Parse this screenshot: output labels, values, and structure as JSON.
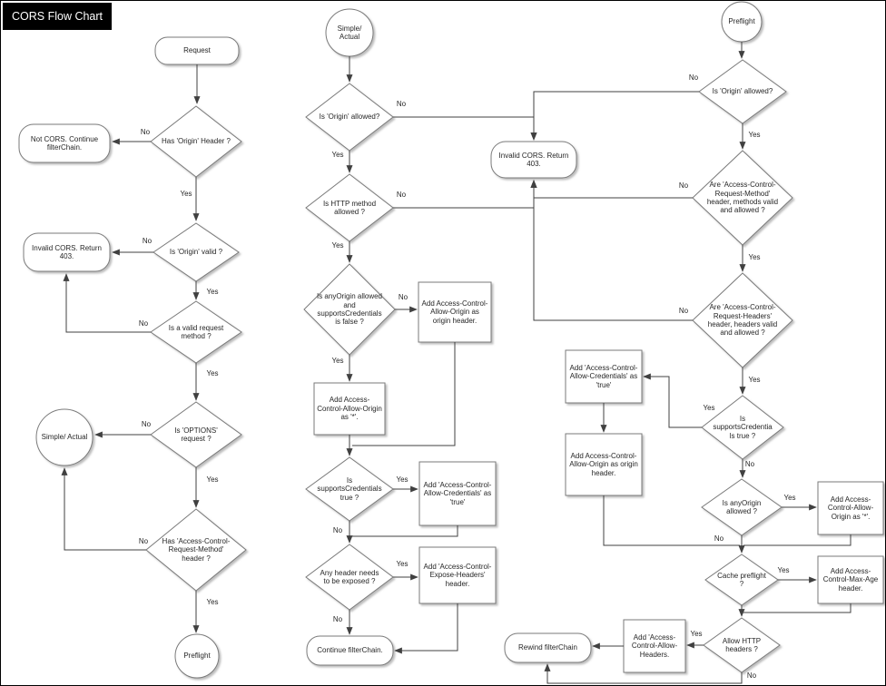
{
  "title": "CORS Flow Chart",
  "diagram": {
    "nodes": [
      {
        "id": "request",
        "type": "terminator",
        "label": "Request"
      },
      {
        "id": "has_origin",
        "type": "decision",
        "label": "Has 'Origin' Header ?"
      },
      {
        "id": "not_cors",
        "type": "terminator",
        "label": "Not CORS. Continue filterChain."
      },
      {
        "id": "origin_valid",
        "type": "decision",
        "label": "Is 'Origin' valid ?"
      },
      {
        "id": "invalid_left",
        "type": "terminator",
        "label": "Invalid CORS. Return 403."
      },
      {
        "id": "valid_method",
        "type": "decision",
        "label": "Is a valid request method ?"
      },
      {
        "id": "options",
        "type": "decision",
        "label": "Is 'OPTIONS' request ?"
      },
      {
        "id": "simple_left",
        "type": "circle",
        "label": "Simple/ Actual"
      },
      {
        "id": "has_acrm",
        "type": "decision",
        "label": "Has 'Access-Control-Request-Method' header ?"
      },
      {
        "id": "preflight_left",
        "type": "circle",
        "label": "Preflight"
      },
      {
        "id": "simple_mid",
        "type": "circle",
        "label": "Simple/ Actual"
      },
      {
        "id": "mid_origin",
        "type": "decision",
        "label": "Is 'Origin' allowed?"
      },
      {
        "id": "invalid_mid",
        "type": "terminator",
        "label": "Invalid CORS. Return 403."
      },
      {
        "id": "mid_method",
        "type": "decision",
        "label": "Is HTTP method allowed ?"
      },
      {
        "id": "mid_anyorigin",
        "type": "decision",
        "label": "Is anyOrigin allowed and supportsCredentials is false ?"
      },
      {
        "id": "add_acao_origin_mid",
        "type": "process",
        "label": "Add Access-Control-Allow-Origin as origin header."
      },
      {
        "id": "add_acao_star_mid",
        "type": "process",
        "label": "Add Access-Control-Allow-Origin as '*'."
      },
      {
        "id": "mid_cred",
        "type": "decision",
        "label": "Is supportsCredentials true ?"
      },
      {
        "id": "add_acac_mid",
        "type": "process",
        "label": "Add 'Access-Control-Allow-Credentials' as 'true'"
      },
      {
        "id": "mid_expose",
        "type": "decision",
        "label": "Any header needs to be exposed ?"
      },
      {
        "id": "add_aceh_mid",
        "type": "process",
        "label": "Add 'Access-Control-Expose-Headers' header."
      },
      {
        "id": "continue_filter",
        "type": "terminator",
        "label": "Continue filterChain."
      },
      {
        "id": "preflight_right",
        "type": "circle",
        "label": "Preflight"
      },
      {
        "id": "r_origin",
        "type": "decision",
        "label": "Is 'Origin' allowed?"
      },
      {
        "id": "r_acrm",
        "type": "decision",
        "label": "Are 'Access-Control-Request-Method' header, methods valid and allowed ?"
      },
      {
        "id": "r_acrh",
        "type": "decision",
        "label": "Are 'Access-Control-Request-Headers' header, headers valid and allowed ?"
      },
      {
        "id": "r_cred",
        "type": "decision",
        "label": "Is supportsCredentials true ?"
      },
      {
        "id": "add_acac_right",
        "type": "process",
        "label": "Add 'Access-Control-Allow-Credentials' as 'true'"
      },
      {
        "id": "add_acao_origin_right",
        "type": "process",
        "label": "Add Access-Control-Allow-Origin as origin header."
      },
      {
        "id": "r_anyorigin",
        "type": "decision",
        "label": "Is anyOrigin allowed ?"
      },
      {
        "id": "add_acao_star_right",
        "type": "process",
        "label": "Add Access-Control-Allow-Origin as '*'."
      },
      {
        "id": "r_cache",
        "type": "decision",
        "label": "Cache preflight ?"
      },
      {
        "id": "add_acma_right",
        "type": "process",
        "label": "Add Access-Control-Max-Age header."
      },
      {
        "id": "r_http",
        "type": "decision",
        "label": "Allow HTTP headers ?"
      },
      {
        "id": "add_acah_right",
        "type": "process",
        "label": "Add 'Access-Control-Allow-Headers."
      },
      {
        "id": "rewind",
        "type": "terminator",
        "label": "Rewind filterChain"
      }
    ],
    "edges": [
      {
        "from": "request",
        "to": "has_origin",
        "label": ""
      },
      {
        "from": "has_origin",
        "to": "not_cors",
        "label": "No"
      },
      {
        "from": "has_origin",
        "to": "origin_valid",
        "label": "Yes"
      },
      {
        "from": "origin_valid",
        "to": "invalid_left",
        "label": "No"
      },
      {
        "from": "origin_valid",
        "to": "valid_method",
        "label": "Yes"
      },
      {
        "from": "valid_method",
        "to": "invalid_left",
        "label": "No"
      },
      {
        "from": "valid_method",
        "to": "options",
        "label": "Yes"
      },
      {
        "from": "options",
        "to": "simple_left",
        "label": "No"
      },
      {
        "from": "options",
        "to": "has_acrm",
        "label": "Yes"
      },
      {
        "from": "has_acrm",
        "to": "simple_left",
        "label": "No"
      },
      {
        "from": "has_acrm",
        "to": "preflight_left",
        "label": "Yes"
      },
      {
        "from": "simple_mid",
        "to": "mid_origin",
        "label": ""
      },
      {
        "from": "mid_origin",
        "to": "invalid_mid",
        "label": "No"
      },
      {
        "from": "mid_origin",
        "to": "mid_method",
        "label": "Yes"
      },
      {
        "from": "mid_method",
        "to": "invalid_mid",
        "label": "No"
      },
      {
        "from": "mid_method",
        "to": "mid_anyorigin",
        "label": "Yes"
      },
      {
        "from": "mid_anyorigin",
        "to": "add_acao_origin_mid",
        "label": "No"
      },
      {
        "from": "mid_anyorigin",
        "to": "add_acao_star_mid",
        "label": "Yes"
      },
      {
        "from": "add_acao_origin_mid",
        "to": "mid_cred",
        "label": ""
      },
      {
        "from": "add_acao_star_mid",
        "to": "mid_cred",
        "label": ""
      },
      {
        "from": "mid_cred",
        "to": "add_acac_mid",
        "label": "Yes"
      },
      {
        "from": "mid_cred",
        "to": "mid_expose",
        "label": "No"
      },
      {
        "from": "add_acac_mid",
        "to": "mid_expose",
        "label": ""
      },
      {
        "from": "mid_expose",
        "to": "add_aceh_mid",
        "label": "Yes"
      },
      {
        "from": "mid_expose",
        "to": "continue_filter",
        "label": "No"
      },
      {
        "from": "add_aceh_mid",
        "to": "continue_filter",
        "label": ""
      },
      {
        "from": "preflight_right",
        "to": "r_origin",
        "label": ""
      },
      {
        "from": "r_origin",
        "to": "invalid_mid",
        "label": "No"
      },
      {
        "from": "r_origin",
        "to": "r_acrm",
        "label": "Yes"
      },
      {
        "from": "r_acrm",
        "to": "invalid_mid",
        "label": "No"
      },
      {
        "from": "r_acrm",
        "to": "r_acrh",
        "label": "Yes"
      },
      {
        "from": "r_acrh",
        "to": "invalid_mid",
        "label": "No"
      },
      {
        "from": "r_acrh",
        "to": "r_cred",
        "label": "Yes"
      },
      {
        "from": "r_cred",
        "to": "add_acac_right",
        "label": "Yes"
      },
      {
        "from": "add_acac_right",
        "to": "add_acao_origin_right",
        "label": ""
      },
      {
        "from": "r_cred",
        "to": "r_anyorigin",
        "label": "No"
      },
      {
        "from": "add_acao_origin_right",
        "to": "r_cache",
        "label": ""
      },
      {
        "from": "r_anyorigin",
        "to": "add_acao_star_right",
        "label": "Yes"
      },
      {
        "from": "r_anyorigin",
        "to": "r_cache",
        "label": "No"
      },
      {
        "from": "add_acao_star_right",
        "to": "r_cache",
        "label": ""
      },
      {
        "from": "r_cache",
        "to": "add_acma_right",
        "label": "Yes"
      },
      {
        "from": "r_cache",
        "to": "r_http",
        "label": ""
      },
      {
        "from": "add_acma_right",
        "to": "r_http",
        "label": ""
      },
      {
        "from": "r_http",
        "to": "add_acah_right",
        "label": "Yes"
      },
      {
        "from": "add_acah_right",
        "to": "rewind",
        "label": ""
      },
      {
        "from": "r_http",
        "to": "rewind",
        "label": "No"
      }
    ]
  }
}
